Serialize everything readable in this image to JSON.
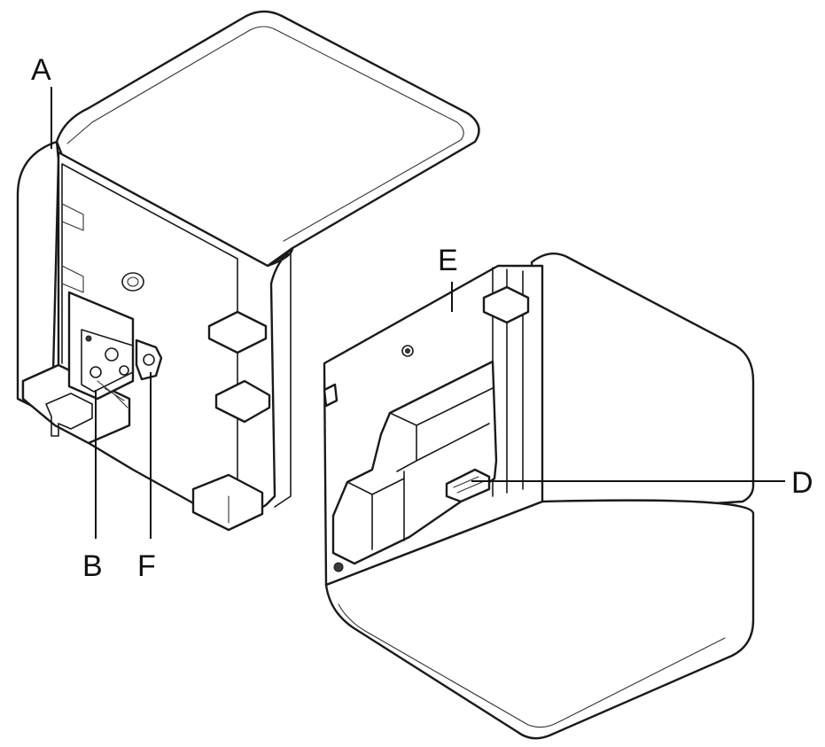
{
  "callouts": {
    "a": "A",
    "b": "B",
    "d": "D",
    "e": "E",
    "f": "F"
  }
}
